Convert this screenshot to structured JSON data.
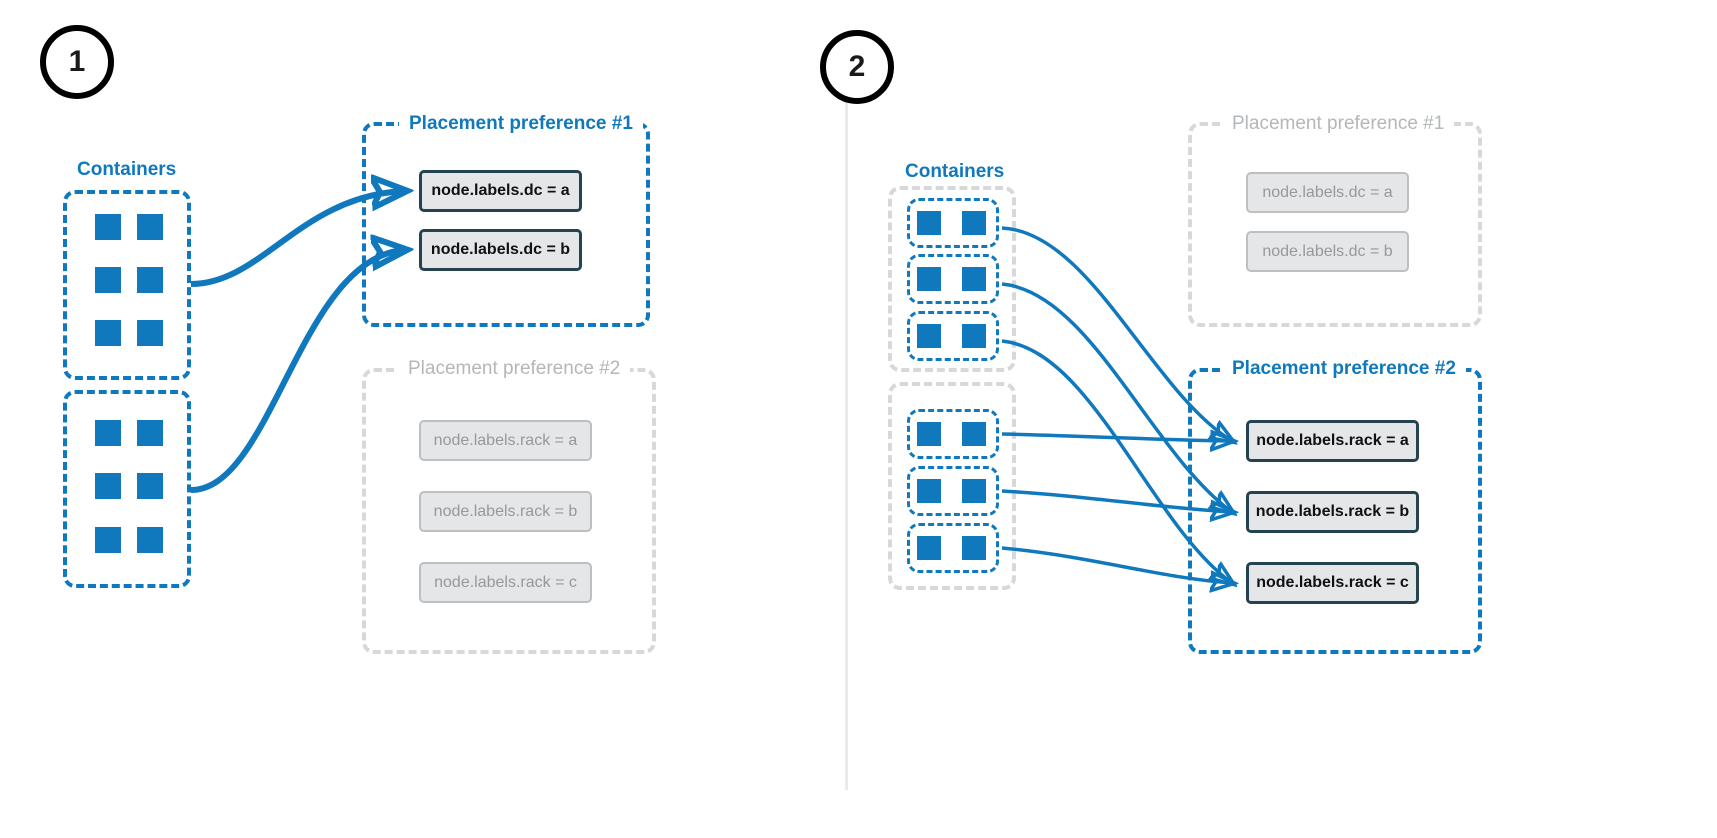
{
  "diagram": {
    "title_semantic": "docker-swarm-placement-preferences",
    "accent_color": "#1079bd",
    "muted_color": "#b3b7ba",
    "chip_fill": "#e4e6e8",
    "chip_border_active": "#24424f",
    "chip_border_muted": "#bcc0c2",
    "divider_color": "#e8eaec"
  },
  "panels": [
    {
      "step": "1",
      "containers": {
        "title": "Containers",
        "state": "active",
        "groups": [
          {
            "rows": 3,
            "cols": 2
          },
          {
            "rows": 3,
            "cols": 2
          }
        ]
      },
      "preferences": [
        {
          "title": "Placement preference #1",
          "state": "active",
          "chips": [
            {
              "label": "node.labels.dc = a",
              "state": "active"
            },
            {
              "label": "node.labels.dc = b",
              "state": "active"
            }
          ]
        },
        {
          "title": "Placement preference #2",
          "state": "muted",
          "chips": [
            {
              "label": "node.labels.rack = a",
              "state": "muted"
            },
            {
              "label": "node.labels.rack = b",
              "state": "muted"
            },
            {
              "label": "node.labels.rack = c",
              "state": "muted"
            }
          ]
        }
      ],
      "arrow_count": 2
    },
    {
      "step": "2",
      "containers": {
        "title": "Containers",
        "state": "active",
        "groups": [
          {
            "subgroups": 3,
            "squares_per_subgroup": 2
          },
          {
            "subgroups": 3,
            "squares_per_subgroup": 2
          }
        ]
      },
      "preferences": [
        {
          "title": "Placement preference #1",
          "state": "muted",
          "chips": [
            {
              "label": "node.labels.dc = a",
              "state": "muted"
            },
            {
              "label": "node.labels.dc = b",
              "state": "muted"
            }
          ]
        },
        {
          "title": "Placement preference #2",
          "state": "active",
          "chips": [
            {
              "label": "node.labels.rack = a",
              "state": "active"
            },
            {
              "label": "node.labels.rack = b",
              "state": "active"
            },
            {
              "label": "node.labels.rack = c",
              "state": "active"
            }
          ]
        }
      ],
      "arrow_count": 6
    }
  ]
}
